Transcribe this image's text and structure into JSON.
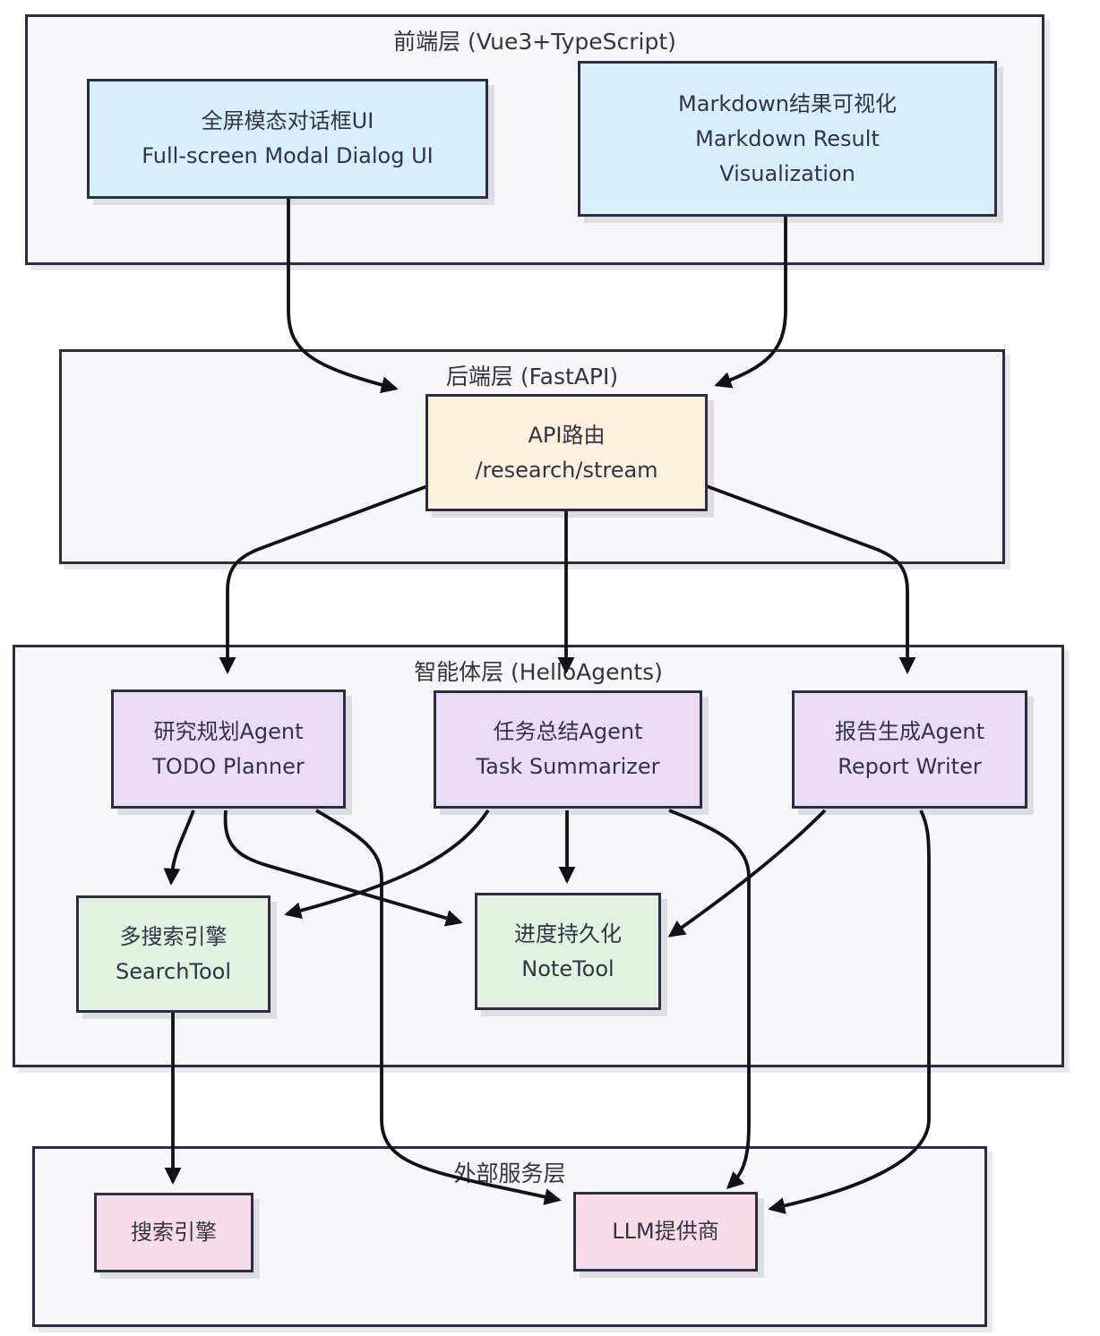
{
  "colors": {
    "layer_background": "#f7f7f9",
    "border": "#2c2c44",
    "text": "#333347",
    "arrow": "#111116",
    "frontend_node_fill": "#d7effa",
    "backend_node_fill": "#fcefdb",
    "agent_node_fill": "#eadcf3",
    "tool_node_fill": "#e3f1e1",
    "external_node_fill": "#f9dce7"
  },
  "layers": {
    "frontend": {
      "title": "前端层 (Vue3+TypeScript)"
    },
    "backend": {
      "title": "后端层 (FastAPI)"
    },
    "agents": {
      "title": "智能体层 (HelloAgents)"
    },
    "external": {
      "title": "外部服务层"
    }
  },
  "nodes": {
    "modal_ui": {
      "line1": "全屏模态对话框UI",
      "line2": "Full-screen Modal Dialog UI"
    },
    "markdown_viz": {
      "line1": "Markdown结果可视化",
      "line2": "Markdown Result",
      "line3": "Visualization"
    },
    "api_route": {
      "line1": "API路由",
      "line2": "/research/stream"
    },
    "todo_planner": {
      "line1": "研究规划Agent",
      "line2": "TODO Planner"
    },
    "task_summarizer": {
      "line1": "任务总结Agent",
      "line2": "Task Summarizer"
    },
    "report_writer": {
      "line1": "报告生成Agent",
      "line2": "Report Writer"
    },
    "search_tool": {
      "line1": "多搜索引擎",
      "line2": "SearchTool"
    },
    "note_tool": {
      "line1": "进度持久化",
      "line2": "NoteTool"
    },
    "search_engine": {
      "line1": "搜索引擎"
    },
    "llm_provider": {
      "line1": "LLM提供商"
    }
  },
  "edges": [
    {
      "from": "modal_ui",
      "to": "api_route"
    },
    {
      "from": "markdown_viz",
      "to": "api_route"
    },
    {
      "from": "api_route",
      "to": "todo_planner"
    },
    {
      "from": "api_route",
      "to": "task_summarizer"
    },
    {
      "from": "api_route",
      "to": "report_writer"
    },
    {
      "from": "todo_planner",
      "to": "search_tool"
    },
    {
      "from": "todo_planner",
      "to": "note_tool"
    },
    {
      "from": "todo_planner",
      "to": "llm_provider"
    },
    {
      "from": "task_summarizer",
      "to": "search_tool"
    },
    {
      "from": "task_summarizer",
      "to": "note_tool"
    },
    {
      "from": "task_summarizer",
      "to": "llm_provider"
    },
    {
      "from": "report_writer",
      "to": "note_tool"
    },
    {
      "from": "report_writer",
      "to": "llm_provider"
    },
    {
      "from": "search_tool",
      "to": "search_engine"
    }
  ]
}
